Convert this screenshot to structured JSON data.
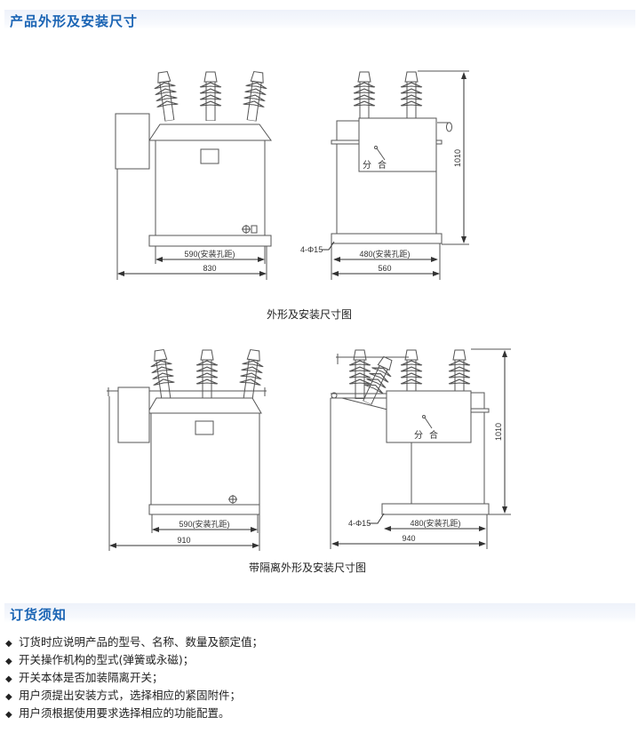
{
  "sections": {
    "dimensions": {
      "title": "产品外形及安装尺寸"
    },
    "ordering": {
      "title": "订货须知"
    }
  },
  "drawings": {
    "standard": {
      "caption": "外形及安装尺寸图",
      "front_mount_dim": "590(安装孔距)",
      "front_overall_dim": "830",
      "side_mount_dim": "480(安装孔距)",
      "side_overall_dim": "560",
      "height_dim": "1010",
      "hole_spec": "4-Φ15",
      "open_label": "分",
      "close_label": "合"
    },
    "with_isolator": {
      "caption": "带隔离外形及安装尺寸图",
      "front_mount_dim": "590(安装孔距)",
      "front_overall_dim": "910",
      "side_mount_dim": "480(安装孔距)",
      "side_overall_dim": "940",
      "height_dim": "1010",
      "hole_spec": "4-Φ15",
      "open_label": "分",
      "close_label": "合"
    }
  },
  "ordering_notes": [
    "订货时应说明产品的型号、名称、数量及额定值；",
    "开关操作机构的型式(弹簧或永磁)；",
    "开关本体是否加装隔离开关；",
    "用户须提出安装方式，选择相应的紧固附件；",
    "用户须根据使用要求选择相应的功能配置。"
  ],
  "colors": {
    "accent": "#1a64b4",
    "line": "#555555"
  }
}
